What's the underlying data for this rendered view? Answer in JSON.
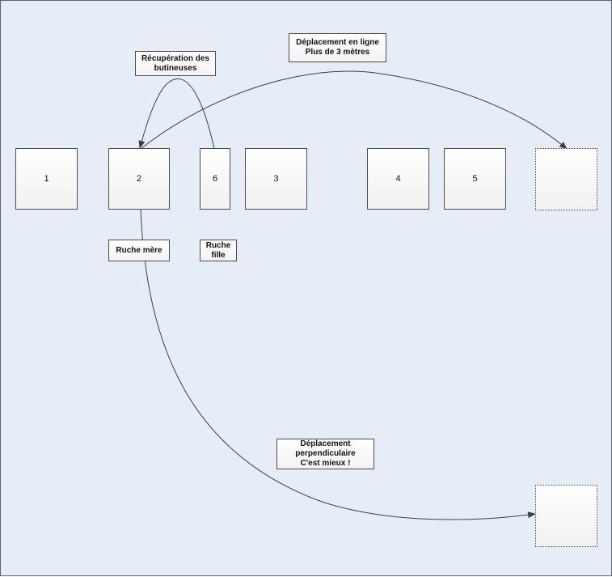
{
  "hives": {
    "h1": "1",
    "h2": "2",
    "h6": "6",
    "h3": "3",
    "h4": "4",
    "h5": "5"
  },
  "labels": {
    "recuperation": "Récupération des\nbutineuses",
    "deplacement_ligne": "Déplacement en ligne\nPlus de 3 mètres",
    "ruche_mere": "Ruche mère",
    "ruche_fille": "Ruche\nfille",
    "deplacement_perp": "Déplacement\nperpendiculaire\nC'est mieux !"
  }
}
